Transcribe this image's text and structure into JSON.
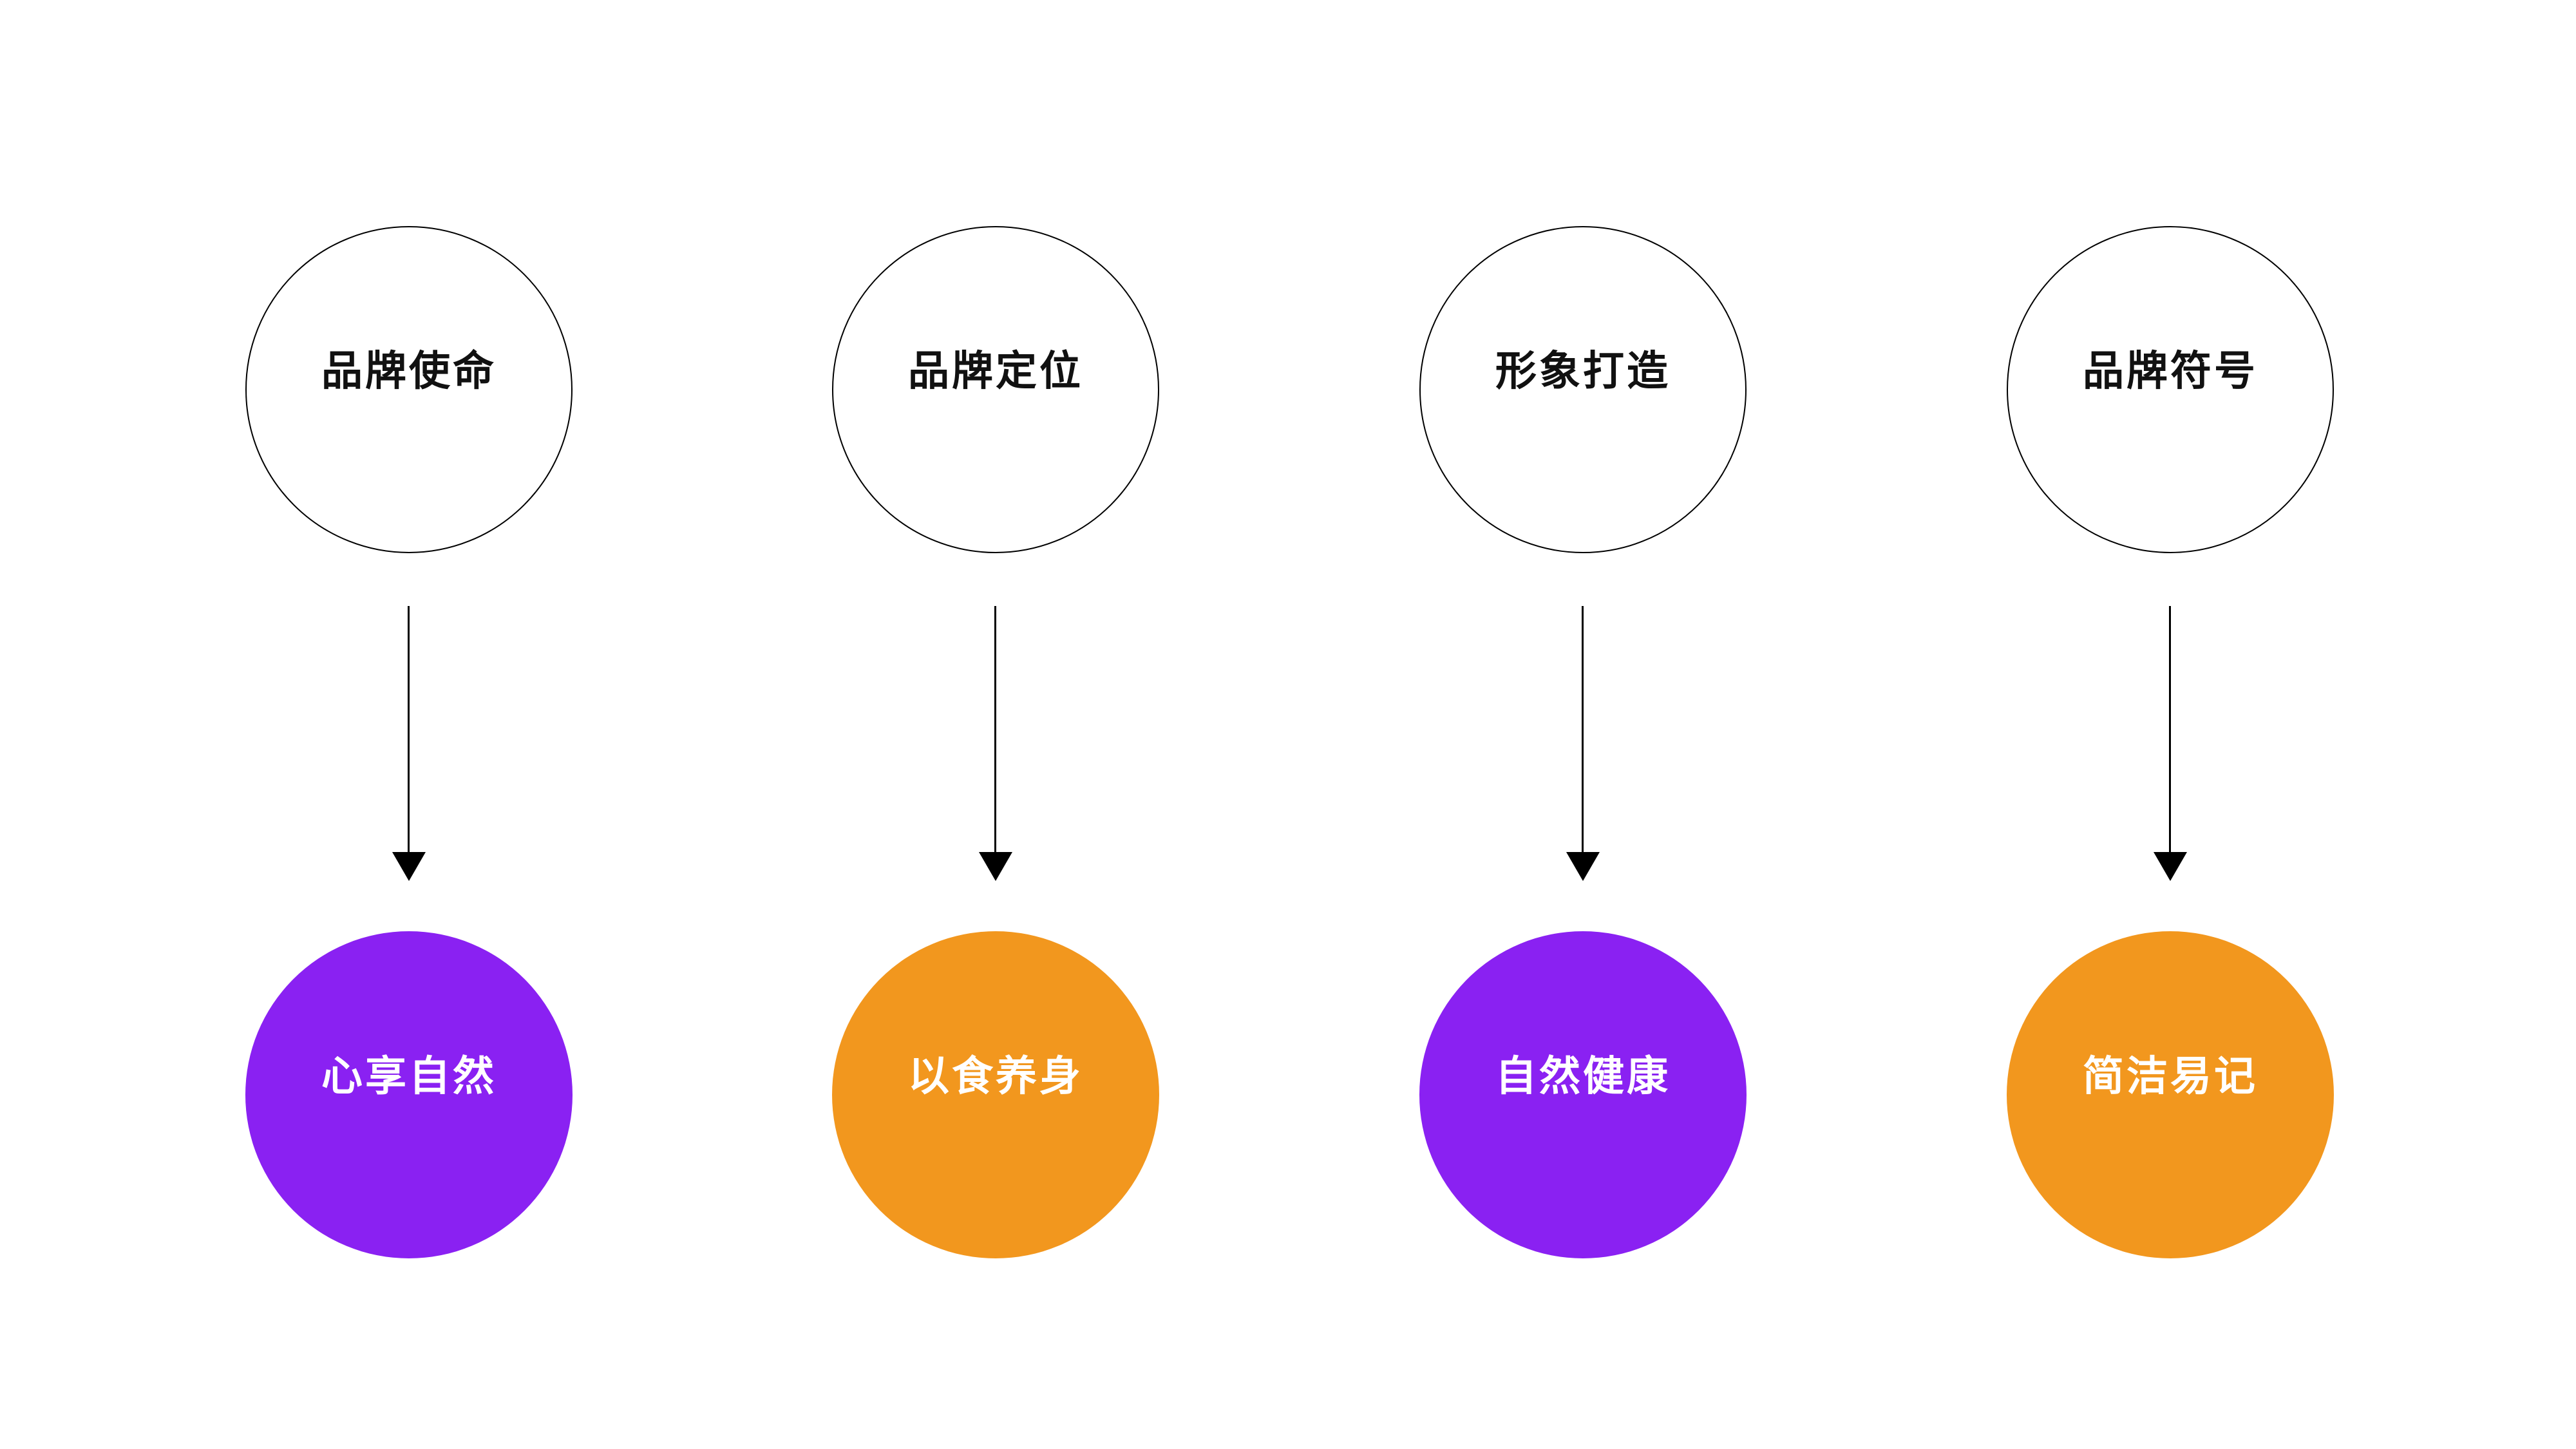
{
  "diagram": {
    "background": "#ffffff",
    "outline_color": "#000000",
    "arrow_color": "#000000",
    "top_text_color": "#111111",
    "bottom_text_color": "#ffffff",
    "purple": "#8a21f2",
    "orange": "#f2971e",
    "columns": [
      {
        "top_label": "品牌使命",
        "bottom_label": "心享自然",
        "bottom_color": "#8a21f2"
      },
      {
        "top_label": "品牌定位",
        "bottom_label": "以食养身",
        "bottom_color": "#f2971e"
      },
      {
        "top_label": "形象打造",
        "bottom_label": "自然健康",
        "bottom_color": "#8a21f2"
      },
      {
        "top_label": "品牌符号",
        "bottom_label": "简洁易记",
        "bottom_color": "#f2971e"
      }
    ]
  }
}
